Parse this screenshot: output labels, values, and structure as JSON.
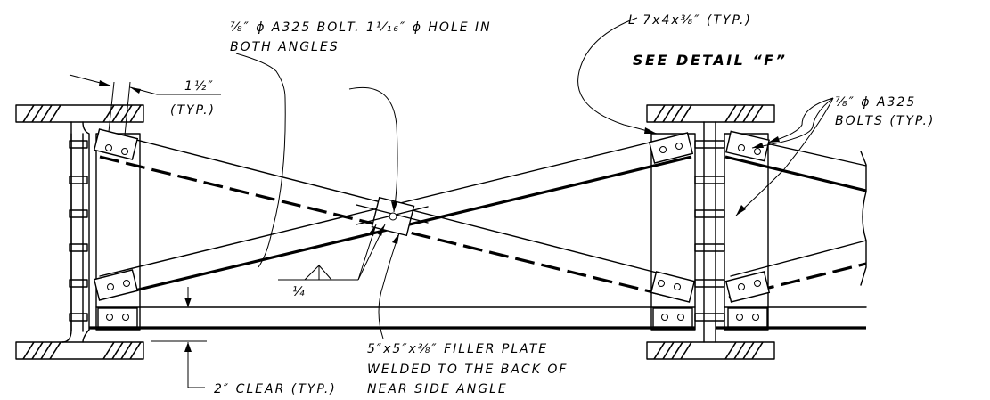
{
  "notes": {
    "bolt_detail_1": "⅞″ ϕ  A325  BOLT.  1¹⁄₁₆″ ϕ  HOLE  IN",
    "bolt_detail_2": "BOTH  ANGLES",
    "angle_size": "L  7x4x⅜″  (TYP.)",
    "see_detail": "SEE  DETAIL  “F”",
    "edge_dim": "1½″",
    "edge_dim_typ": "(TYP.)",
    "bolts_typ_1": "⅞″ ϕ  A325",
    "bolts_typ_2": "BOLTS  (TYP.)",
    "weld_size": "¼",
    "filler_1": "5″x5″x⅜″  FILLER  PLATE",
    "filler_2": "WELDED  TO  THE  BACK  OF",
    "filler_3": "NEAR  SIDE  ANGLE",
    "clear_dim": "2″  CLEAR  (TYP.)"
  }
}
